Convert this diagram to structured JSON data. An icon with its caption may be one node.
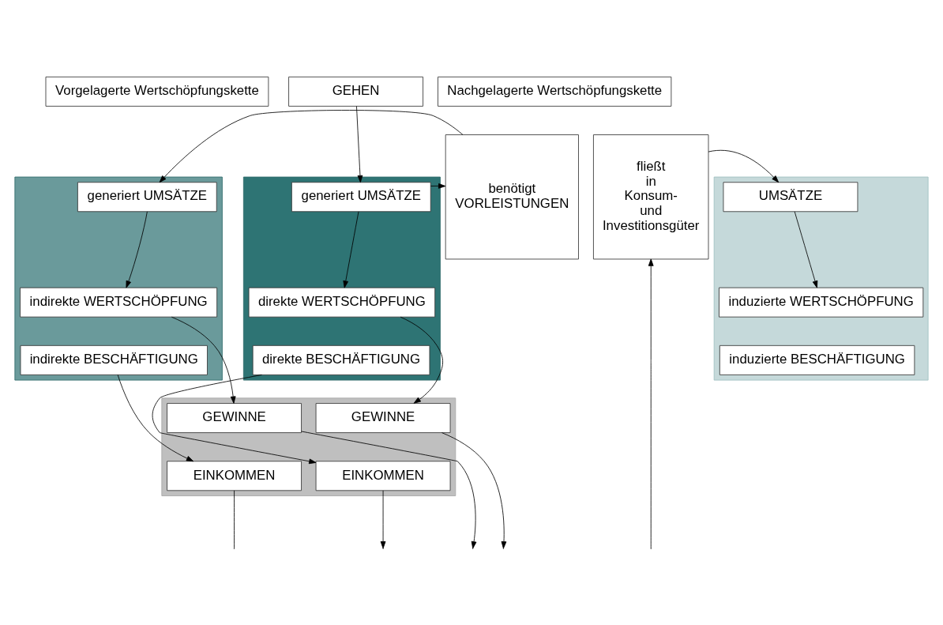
{
  "diagram": {
    "nodes": [
      {
        "text": [
          "Vorgelagerte Wertschöpfungskette"
        ]
      },
      {
        "text": [
          "GEHEN"
        ]
      },
      {
        "text": [
          "Nachgelagerte Wertschöpfungskette"
        ]
      },
      {
        "text": [],
        "shape": "box"
      },
      {
        "text": [
          "generiert UMSÄTZE"
        ],
        "in": 3
      },
      {
        "text": [
          "indirekte WERTSCHÖPFUNG"
        ],
        "in": 3
      },
      {
        "text": [
          "indirekte BESCHÄFTIGUNG"
        ],
        "in": 3
      },
      {
        "text": [
          "benötigt VORLEISTUNGEN"
        ]
      },
      {
        "text": [],
        "shape": "box"
      },
      {
        "text": [
          "generiert UMSÄTZE"
        ],
        "in": 8
      },
      {
        "text": [
          "direkte WERTSCHÖPFUNG"
        ],
        "in": 8
      },
      {
        "text": [
          "direkte BESCHÄFTIGUNG"
        ],
        "in": 8
      },
      {
        "text": [
          "fließt in Konsum- und Investitionsgüter"
        ]
      },
      {
        "text": [],
        "shape": "box"
      },
      {
        "text": [
          "UMSÄTZE"
        ],
        "in": 13
      },
      {
        "text": [
          "induzierte WERTSCHÖPFUNG"
        ],
        "in": 13
      },
      {
        "text": [
          "induzierte BESCHÄFTIGUNG"
        ],
        "in": 13
      },
      {
        "text": [],
        "shape": "box"
      },
      {
        "text": [
          "GEWINNE"
        ],
        "in": 17
      },
      {
        "text": [
          "EINKOMMEN"
        ],
        "in": 17
      },
      {
        "text": [
          "GEWINNE"
        ],
        "in": 17
      },
      {
        "text": [
          "EINKOMMEN"
        ],
        "in": 17
      }
    ],
    "edges": [
      {
        "from": 1,
        "to": 9,
        "arrow": "to"
      },
      {
        "from": 9,
        "to": 7,
        "arrow": "to"
      },
      {
        "from": 7,
        "to": 4,
        "arrow": "to"
      },
      {
        "from": 4,
        "to": 5,
        "arrow": "to"
      },
      {
        "from": 5,
        "to": 18,
        "arrow": "to"
      },
      {
        "from": 6,
        "to": 19,
        "arrow": "to"
      },
      {
        "from": 9,
        "to": 10,
        "arrow": "to"
      },
      {
        "from": 10,
        "to": 20,
        "arrow": "to"
      },
      {
        "from": 11,
        "to": 21,
        "arrow": "to"
      },
      {
        "from": 12,
        "to": 14,
        "arrow": "to"
      },
      {
        "from": 14,
        "to": 15,
        "arrow": "to"
      },
      {
        "from": 19,
        "to": null,
        "arrow": "none"
      },
      {
        "from": 18,
        "to": null,
        "arrow": "to"
      },
      {
        "from": 21,
        "to": null,
        "arrow": "to"
      },
      {
        "from": 20,
        "to": null,
        "arrow": "to"
      },
      {
        "from": null,
        "to": 12,
        "arrow": "to"
      }
    ]
  }
}
